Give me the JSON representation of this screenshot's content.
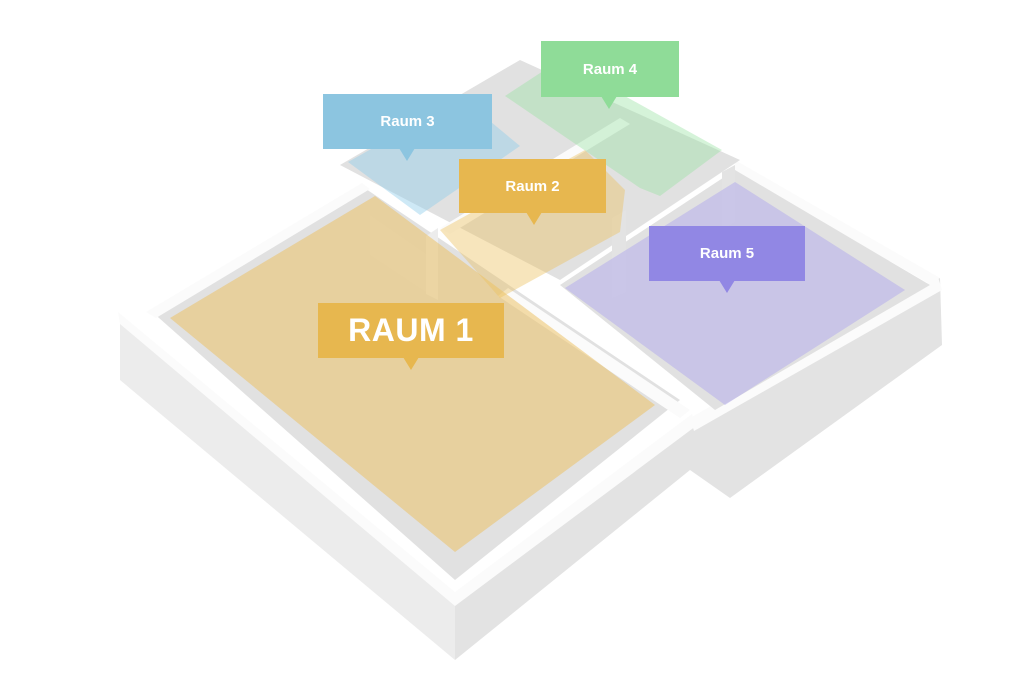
{
  "floor_plan": {
    "colors": {
      "background": "#ffffff",
      "wall_top": "#fbfbfb",
      "wall_side": "#ececec",
      "wall_face": "#e3e3e3",
      "floor_gray": "#e1e1e1"
    },
    "rooms": [
      {
        "id": "raum-1",
        "label": "RAUM 1",
        "color": "#e7b74f",
        "fill": "rgba(236, 192, 95, 0.52)"
      },
      {
        "id": "raum-2",
        "label": "Raum 2",
        "color": "#e7b74f",
        "fill": "rgba(236, 192, 95, 0.42)"
      },
      {
        "id": "raum-3",
        "label": "Raum 3",
        "color": "#8cc5e0",
        "fill": "rgba(146, 206, 236, 0.45)"
      },
      {
        "id": "raum-4",
        "label": "Raum 4",
        "color": "#8fdc98",
        "fill": "rgba(155, 226, 165, 0.42)"
      },
      {
        "id": "raum-5",
        "label": "Raum 5",
        "color": "#9187e4",
        "fill": "rgba(165, 155, 240, 0.40)"
      }
    ]
  }
}
